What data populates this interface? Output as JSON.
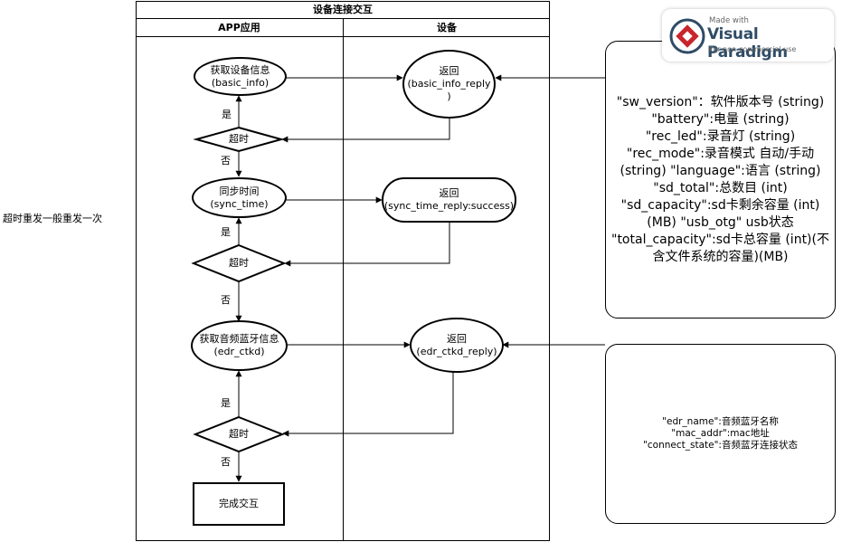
{
  "pool": {
    "title": "设备连接交互",
    "lanes": [
      "APP应用",
      "设备"
    ]
  },
  "nodes": {
    "basic_info": [
      "获取设备信息",
      "(basic_info)"
    ],
    "basic_info_reply": [
      "返回",
      "(basic_info_reply",
      ")"
    ],
    "timeout1": "超时",
    "sync_time": [
      "同步时间",
      "(sync_time)"
    ],
    "sync_time_reply": [
      "返回",
      "(sync_time_reply:success)"
    ],
    "timeout2": "超时",
    "edr_ctkd": [
      "获取音频蓝牙信息",
      "(edr_ctkd)"
    ],
    "edr_ctkd_reply": [
      "返回",
      "(edr_ctkd_reply)"
    ],
    "timeout3": "超时",
    "finish": "完成交互"
  },
  "labels": {
    "yes": "是",
    "no": "否"
  },
  "side_note": "超时重发一般重发一次",
  "notes": {
    "basic_info": [
      "\"sw_version\"：软件版本号 (string)",
      "\"battery\":电量 (string)",
      "\"rec_led\":录音灯 (string)",
      "\"rec_mode\":录音模式 自动/手动",
      "(string) \"language\":语言 (string)",
      "\"sd_total\":总数目 (int)",
      "\"sd_capacity\":sd卡剩余容量 (int)",
      "(MB) \"usb_otg\" usb状态",
      "\"total_capacity\":sd卡总容量 (int)(不",
      "含文件系统的容量)(MB)"
    ],
    "edr_ctkd": [
      "\"edr_name\":音频蓝牙名称",
      "\"mac_addr\":mac地址",
      "\"connect_state\":音频蓝牙连接状态"
    ]
  },
  "watermark": {
    "made": "Made with",
    "brand": "Visual Paradigm",
    "sub": "For non-commercial use"
  },
  "colors": {
    "line": "#000000",
    "brand_red": "#c8262c",
    "brand_text": "#2f4c66"
  }
}
